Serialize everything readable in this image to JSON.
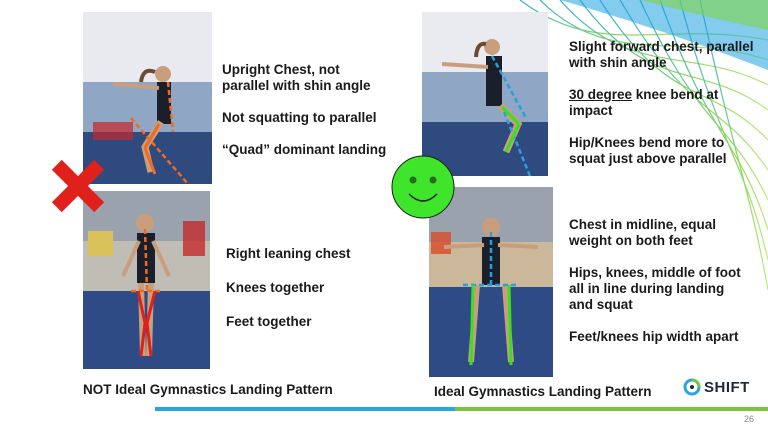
{
  "left": {
    "top_notes": [
      "Upright Chest, not parallel with shin angle",
      "Not squatting to parallel",
      "“Quad” dominant landing"
    ],
    "bottom_notes": [
      "Right leaning chest",
      "Knees together",
      "Feet together"
    ],
    "caption": "NOT Ideal Gymnastics Landing Pattern"
  },
  "right": {
    "top_notes": {
      "n1": "Slight forward chest, parallel with shin angle",
      "n2_underlined": "30 degree",
      "n2_rest": " knee bend at impact",
      "n3": "Hip/Knees bend more to squat just above parallel"
    },
    "bottom_notes": [
      "Chest in midline, equal weight on both feet",
      "Hips, knees, middle of foot all in line during landing and squat",
      "Feet/knees hip width apart"
    ],
    "caption": "Ideal Gymnastics Landing Pattern"
  },
  "logo": {
    "text": "SHIFT"
  },
  "page_number": "26",
  "colors": {
    "orange": "#f26a21",
    "blue_line": "#2a9fd8",
    "green_line": "#39e01f",
    "smiley": "#3ee52a",
    "cross": "#e0201b",
    "bar_blue": "#2aa5e0",
    "bar_green": "#7cc242"
  },
  "icons": {
    "bad": "red-x-icon",
    "good": "smiley-face-icon"
  }
}
